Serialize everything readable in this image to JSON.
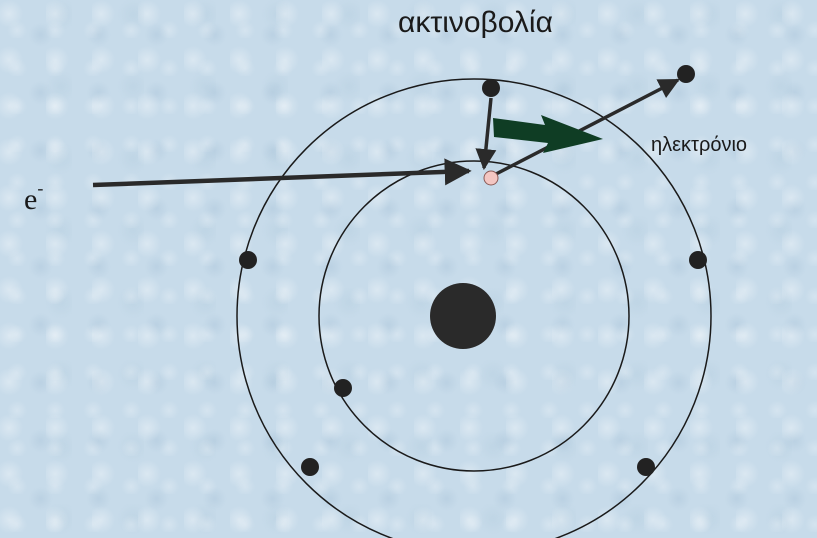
{
  "labels": {
    "radiation": "ακτινοβολία",
    "electron": "ηλεκτρόνιο",
    "incoming_particle": "e",
    "incoming_particle_sup": "-"
  },
  "colors": {
    "background": "#c7dbea",
    "electron_dot": "#222222",
    "nucleus": "#2a2a2a",
    "orbit": "#1a1a1a",
    "arrow": "#2a2a2a",
    "radiation_arrow": "#0f3d24",
    "ejected_vacancy": "#f3c6c2"
  }
}
